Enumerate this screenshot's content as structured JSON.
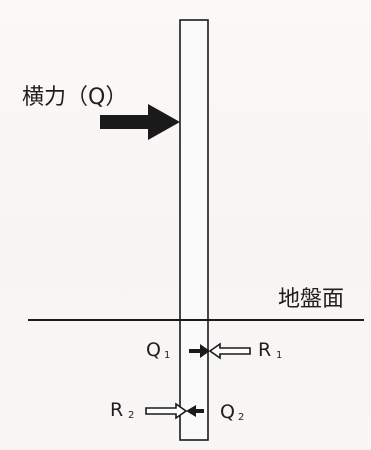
{
  "lateral_force_label": "横力（Q）",
  "ground_surface_label": "地盤面",
  "forces": {
    "q1": {
      "main": "Q",
      "sub": "1"
    },
    "r1": {
      "main": "R",
      "sub": "1"
    },
    "r2": {
      "main": "R",
      "sub": "2"
    },
    "q2": {
      "main": "Q",
      "sub": "2"
    }
  },
  "colors": {
    "ink": "#1a1a1a",
    "background": "#f8f6f5",
    "pile_fill": "#fafafa"
  }
}
